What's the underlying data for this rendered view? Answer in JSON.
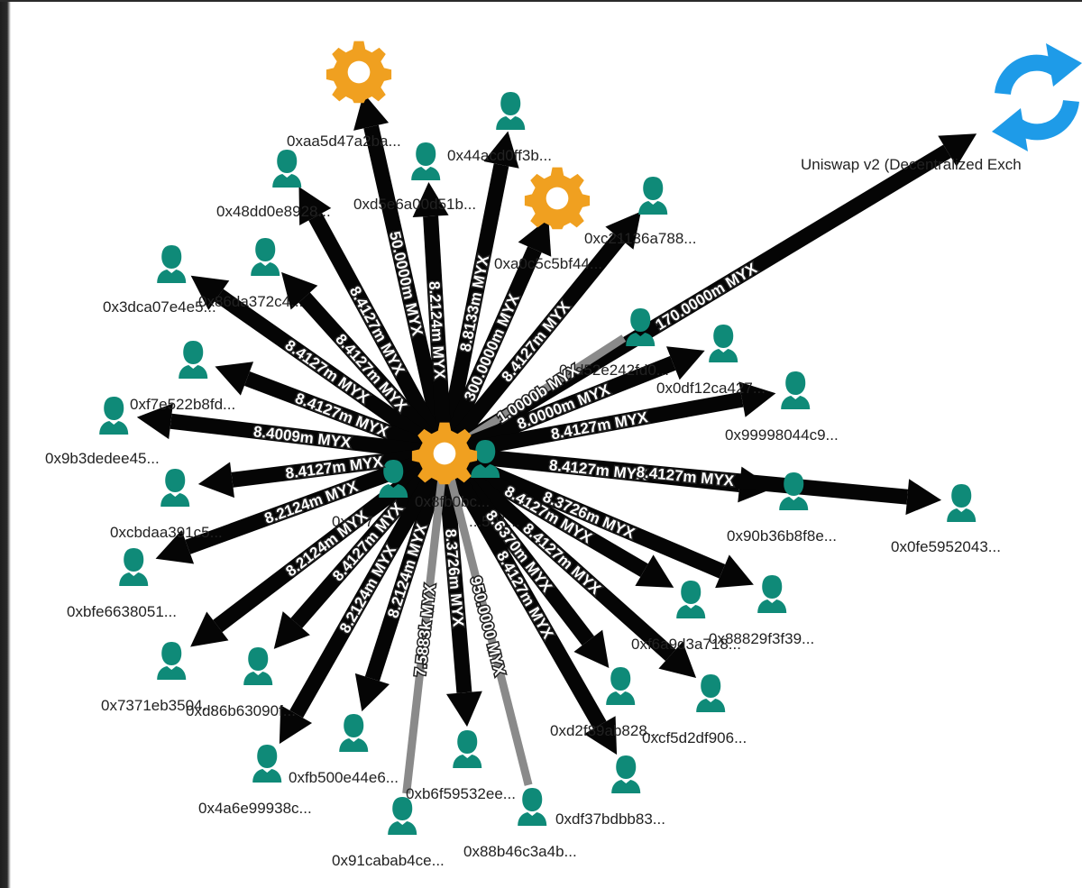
{
  "colors": {
    "person": "#0f8a78",
    "contract": "#f0a020",
    "exchange": "#1e9be8",
    "edge_main": "#050505",
    "edge_minor": "#8a8a8a"
  },
  "hub": {
    "label": "0x8fb0bc...",
    "person_label": "0xe97...",
    "person2_label": "...501..."
  },
  "nodes": [
    {
      "id": "uniswap",
      "label": "Uniswap v2 (Decentralized Exch",
      "icon": "exchange-refresh-icon"
    },
    {
      "id": "aa5",
      "label": "0xaa5d47a2ba...",
      "icon": "gear-icon"
    },
    {
      "id": "a0c",
      "label": "0xa0c5c5bf44...",
      "icon": "gear-icon"
    },
    {
      "id": "44a",
      "label": "0x44acd0ff3b...",
      "icon": "person-icon"
    },
    {
      "id": "48d",
      "label": "0x48dd0e8928...",
      "icon": "person-icon"
    },
    {
      "id": "d5e",
      "label": "0xd5e6a00d51b...",
      "icon": "person-icon"
    },
    {
      "id": "c21",
      "label": "0xc21136a788...",
      "icon": "person-icon"
    },
    {
      "id": "3dc",
      "label": "0x3dca07e4e5...",
      "icon": "person-icon"
    },
    {
      "id": "86d",
      "label": "0x86da372c4...",
      "icon": "person-icon"
    },
    {
      "id": "d52",
      "label": "0xd52e242fd0...",
      "icon": "person-icon"
    },
    {
      "id": "0df",
      "label": "0x0df12ca427...",
      "icon": "person-icon"
    },
    {
      "id": "f7e",
      "label": "0xf7e522b8fd...",
      "icon": "person-icon"
    },
    {
      "id": "9b3",
      "label": "0x9b3dedee45...",
      "icon": "person-icon"
    },
    {
      "id": "999",
      "label": "0x99998044c9...",
      "icon": "person-icon"
    },
    {
      "id": "cbd",
      "label": "0xcbdaa391c5...",
      "icon": "person-icon"
    },
    {
      "id": "90b",
      "label": "0x90b36b8f8e...",
      "icon": "person-icon"
    },
    {
      "id": "0fe",
      "label": "0x0fe5952043...",
      "icon": "person-icon"
    },
    {
      "id": "bfe",
      "label": "0xbfe6638051...",
      "icon": "person-icon"
    },
    {
      "id": "888",
      "label": "0x88829f3f39...",
      "icon": "person-icon"
    },
    {
      "id": "f6a",
      "label": "0xf6a9d3a718...",
      "icon": "person-icon"
    },
    {
      "id": "737",
      "label": "0x7371eb3504...",
      "icon": "person-icon"
    },
    {
      "id": "d86",
      "label": "0xd86b63090f...",
      "icon": "person-icon"
    },
    {
      "id": "cf5",
      "label": "0xcf5d2df906...",
      "icon": "person-icon"
    },
    {
      "id": "d2f",
      "label": "0xd2f89ab828...",
      "icon": "person-icon"
    },
    {
      "id": "fb5",
      "label": "0xfb500e44e6...",
      "icon": "person-icon"
    },
    {
      "id": "4a6",
      "label": "0x4a6e99938c...",
      "icon": "person-icon"
    },
    {
      "id": "b6f",
      "label": "0xb6f59532ee...",
      "icon": "person-icon"
    },
    {
      "id": "df3",
      "label": "0xdf37bdbb83...",
      "icon": "person-icon"
    },
    {
      "id": "91c",
      "label": "0x91cabab4ce...",
      "icon": "person-icon"
    },
    {
      "id": "88b",
      "label": "0x88b46c3a4b...",
      "icon": "person-icon"
    }
  ],
  "edges": [
    {
      "to": "uniswap",
      "label": "170.0000m MYX",
      "style": "main"
    },
    {
      "to": "aa5",
      "label": "50.0000m MYX",
      "style": "main"
    },
    {
      "to": "44a",
      "label": "8.8133m MYX",
      "style": "main"
    },
    {
      "to": "d5e",
      "label": "8.2124m MYX",
      "style": "main"
    },
    {
      "to": "48d",
      "label": "8.4127m MYX",
      "style": "main"
    },
    {
      "to": "a0c",
      "label": "300.0000m MYX",
      "style": "main"
    },
    {
      "to": "c21",
      "label": "8.4127m MYX",
      "style": "main"
    },
    {
      "to": "86d",
      "label": "8.4127m MYX",
      "style": "main"
    },
    {
      "to": "3dc",
      "label": "8.4127m MYX",
      "style": "main"
    },
    {
      "to": "d52",
      "label": "1.0000b MYX",
      "style": "minor"
    },
    {
      "to": "0df",
      "label": "8.0000m MYX",
      "style": "main"
    },
    {
      "to": "f7e",
      "label": "8.4127m MYX",
      "style": "main"
    },
    {
      "to": "9b3",
      "label": "8.4009m MYX",
      "style": "main"
    },
    {
      "to": "999",
      "label": "8.4127m MYX",
      "style": "main"
    },
    {
      "to": "cbd",
      "label": "8.4127m MYX",
      "style": "main"
    },
    {
      "to": "90b",
      "label": "8.4127m MYX",
      "style": "main"
    },
    {
      "to": "0fe",
      "label": "8.4127m MYX",
      "style": "main"
    },
    {
      "to": "bfe",
      "label": "8.2124m MYX",
      "style": "main"
    },
    {
      "to": "888",
      "label": "8.3726m MYX",
      "style": "main"
    },
    {
      "to": "f6a",
      "label": "8.4127m MYX",
      "style": "main"
    },
    {
      "to": "737",
      "label": "8.2124m MYX",
      "style": "main"
    },
    {
      "to": "d86",
      "label": "8.4127m MYX",
      "style": "main"
    },
    {
      "to": "cf5",
      "label": "8.4127m MYX",
      "style": "main"
    },
    {
      "to": "d2f",
      "label": "8.6370m MYX",
      "style": "main"
    },
    {
      "to": "fb5",
      "label": "8.2124m MYX",
      "style": "main"
    },
    {
      "to": "4a6",
      "label": "8.2124m MYX",
      "style": "main"
    },
    {
      "to": "b6f",
      "label": "8.3726m MYX",
      "style": "main"
    },
    {
      "to": "df3",
      "label": "8.4127m MYX",
      "style": "main"
    },
    {
      "to": "91c",
      "label": "7.5883k MYX",
      "style": "minor"
    },
    {
      "to": "88b",
      "label": "950.0000 MYX",
      "style": "minor"
    }
  ]
}
